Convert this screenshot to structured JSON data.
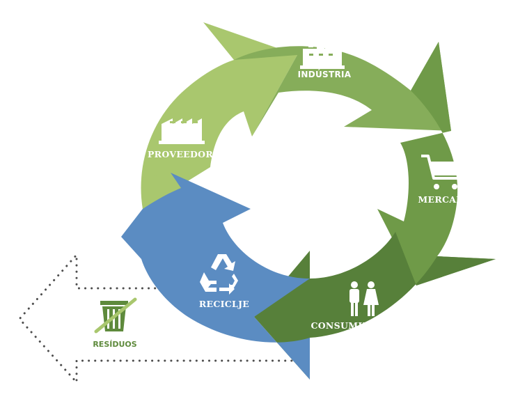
{
  "cycle": {
    "stages": [
      {
        "label": "INDÚSTRIA",
        "icon": "factory-icon",
        "color": "#86ad5a"
      },
      {
        "label": "MERCADO",
        "icon": "shopping-cart-icon",
        "color": "#6f9a48"
      },
      {
        "label": "CONSUMIDOR",
        "icon": "people-icon",
        "color": "#57803a"
      },
      {
        "label": "RECICLJE",
        "icon": "recycle-icon",
        "color": "#5b8cc2"
      },
      {
        "label": "PROVEEDOR",
        "icon": "factory-icon",
        "color": "#a9c76e"
      }
    ],
    "waste": {
      "label": "RESÍDUOS",
      "icon": "crossed-trash-icon",
      "color": "#5e8a3c"
    }
  }
}
